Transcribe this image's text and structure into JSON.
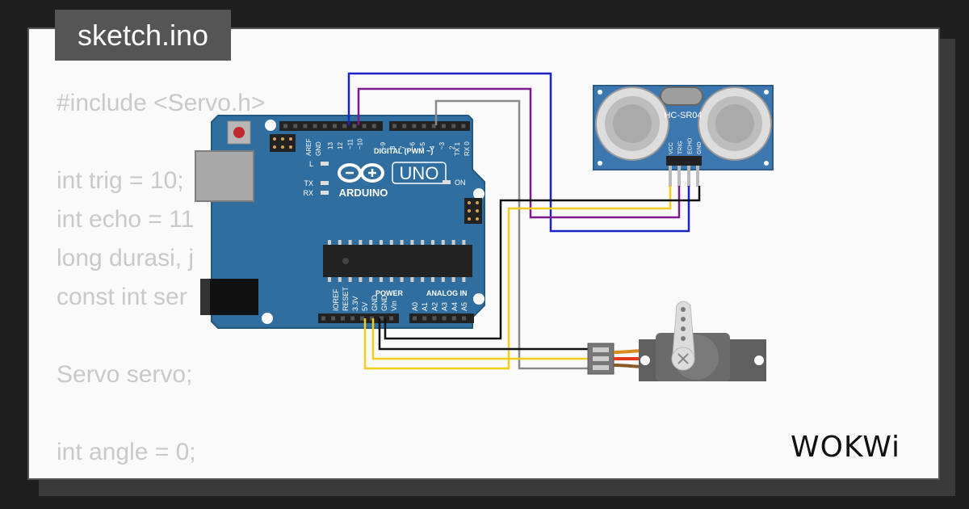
{
  "title": "sketch.ino",
  "code_lines": [
    "#include <Servo.h>",
    "",
    "int trig = 10;",
    "int echo = 11",
    "long durasi, j",
    "const int ser",
    "",
    "Servo servo;",
    "",
    "int angle = 0;"
  ],
  "arduino": {
    "brand": "ARDUINO",
    "model": "UNO",
    "reset_color": "#c0282d",
    "board_color": "#2f6e9f",
    "labels": {
      "aref": "AREF",
      "gnd": "GND",
      "digital": "DIGITAL (PWM ~)",
      "tx_pin": "TX 1",
      "rx_pin": "RX 0",
      "led_l": "L",
      "led_tx": "TX",
      "led_rx": "RX",
      "on": "ON",
      "power": "POWER",
      "analog": "ANALOG IN"
    },
    "digital_pins": [
      "13",
      "12",
      "~11",
      "~10",
      "~9",
      "8",
      "7",
      "~6",
      "~5",
      "4",
      "~3",
      "2"
    ],
    "power_pins": [
      "IOREF",
      "RESET",
      "3.3V",
      "5V",
      "GND",
      "GND",
      "Vin"
    ],
    "analog_pins": [
      "A0",
      "A1",
      "A2",
      "A3",
      "A4",
      "A5"
    ]
  },
  "sensor": {
    "name": "HC-SR04",
    "pins": [
      "VCC",
      "TRIG",
      "ECHO",
      "GND"
    ],
    "color": "#3c77b0"
  },
  "servo": {
    "body_color": "#5f5f5f"
  },
  "wires": {
    "blue": "#1a22c8",
    "purple": "#7d1b8c",
    "gray": "#8a8a8a",
    "yellow": "#f2cc1d",
    "black": "#111111"
  },
  "logo": "WOKWi"
}
